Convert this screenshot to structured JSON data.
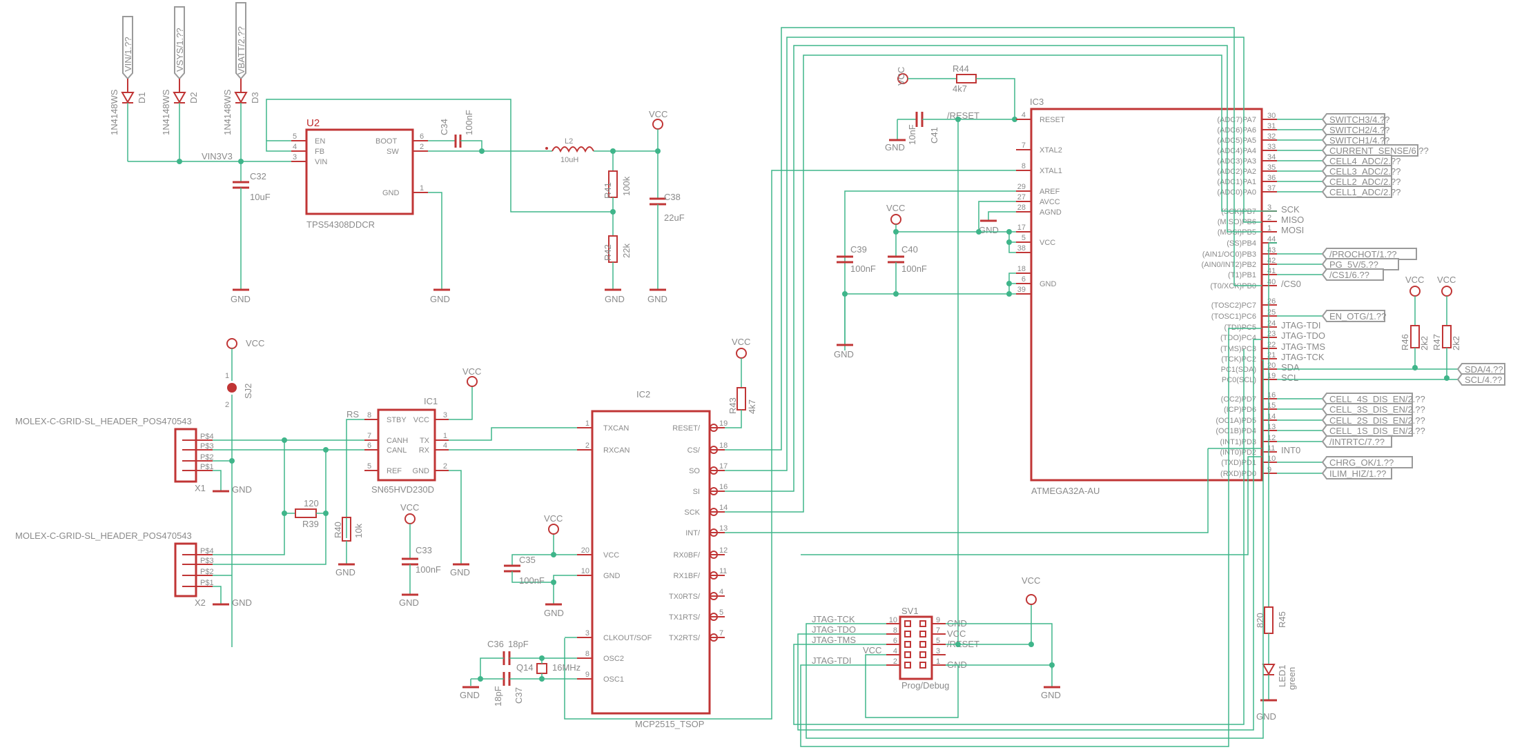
{
  "top_rails": [
    {
      "label": "VIN/1.??",
      "diode": "D1",
      "part": "1N4148WS"
    },
    {
      "label": "VSYS/1.??",
      "diode": "D2",
      "part": "1N4148WS"
    },
    {
      "label": "VBATT/2.??",
      "diode": "D3",
      "part": "1N4148WS"
    }
  ],
  "regulator": {
    "ref": "U2",
    "part": "TPS54308DDCR",
    "net": "VIN3V3",
    "pins": [
      {
        "num": "5",
        "name": "EN"
      },
      {
        "num": "4",
        "name": "FB"
      },
      {
        "num": "3",
        "name": "VIN"
      },
      {
        "num": "6",
        "name": "BOOT"
      },
      {
        "num": "2",
        "name": "SW"
      },
      {
        "num": "1",
        "name": "GND"
      }
    ]
  },
  "passives": {
    "c32": {
      "ref": "C32",
      "val": "10uF"
    },
    "c34": {
      "ref": "C34",
      "val": "100nF"
    },
    "l2": {
      "ref": "L2",
      "val": "10uH"
    },
    "r41": {
      "ref": "R41",
      "val": "100k"
    },
    "r42": {
      "ref": "R42",
      "val": "22k"
    },
    "c38": {
      "ref": "C38",
      "val": "22uF"
    },
    "r44": {
      "ref": "R44",
      "val": "4k7"
    },
    "c41": {
      "ref": "C41",
      "val": "10nF"
    },
    "c39": {
      "ref": "C39",
      "val": "100nF"
    },
    "c40": {
      "ref": "C40",
      "val": "100nF"
    },
    "r39": {
      "ref": "R39",
      "val": "120"
    },
    "r40": {
      "ref": "R40",
      "val": "10k"
    },
    "c33": {
      "ref": "C33",
      "val": "100nF"
    },
    "c35": {
      "ref": "C35",
      "val": "100nF"
    },
    "c36": {
      "ref": "C36",
      "val": "18pF"
    },
    "c37": {
      "ref": "C37",
      "val": "18pF"
    },
    "q14": {
      "ref": "Q14",
      "val": "16MHz"
    },
    "r43": {
      "ref": "R43",
      "val": "4k7"
    },
    "r46": {
      "ref": "R46",
      "val": "2k2"
    },
    "r47": {
      "ref": "R47",
      "val": "2k2"
    },
    "r45": {
      "ref": "R45",
      "val": "820"
    },
    "led1": {
      "ref": "LED1",
      "val": "green"
    },
    "sj2": {
      "ref": "SJ2"
    },
    "rs": {
      "ref": "RS"
    }
  },
  "power": {
    "vcc": "VCC",
    "gnd": "GND"
  },
  "mcu": {
    "ref": "IC3",
    "part": "ATMEGA32A-AU",
    "left_pins": [
      {
        "num": "4",
        "name": "RESET",
        "net": "/RESET"
      },
      {
        "num": "7",
        "name": "XTAL2"
      },
      {
        "num": "8",
        "name": "XTAL1"
      },
      {
        "num": "29",
        "name": "AREF"
      },
      {
        "num": "27",
        "name": "AVCC"
      },
      {
        "num": "28",
        "name": "AGND"
      },
      {
        "num": "17",
        "name": ""
      },
      {
        "num": "5",
        "name": "VCC"
      },
      {
        "num": "38",
        "name": ""
      },
      {
        "num": "18",
        "name": ""
      },
      {
        "num": "6",
        "name": "GND"
      },
      {
        "num": "39",
        "name": ""
      }
    ],
    "right_pins": [
      {
        "name": "(ADC7)PA7",
        "num": "30",
        "net": ""
      },
      {
        "name": "(ADC6)PA6",
        "num": "31",
        "net": ""
      },
      {
        "name": "(ADC5)PA5",
        "num": "32",
        "net": ""
      },
      {
        "name": "(ADC4)PA4",
        "num": "33",
        "net": ""
      },
      {
        "name": "(ADC3)PA3",
        "num": "34",
        "net": ""
      },
      {
        "name": "(ADC2)PA2",
        "num": "35",
        "net": ""
      },
      {
        "name": "(ADC1)PA1",
        "num": "36",
        "net": ""
      },
      {
        "name": "(ADC0)PA0",
        "num": "37",
        "net": ""
      },
      {
        "name": "(SCK)PB7",
        "num": "3",
        "net": "SCK"
      },
      {
        "name": "(MISO)PB6",
        "num": "2",
        "net": "MISO"
      },
      {
        "name": "(MOSI)PB5",
        "num": "1",
        "net": "MOSI"
      },
      {
        "name": "(SS)PB4",
        "num": "44",
        "net": ""
      },
      {
        "name": "(AIN1/OC0)PB3",
        "num": "43",
        "net": ""
      },
      {
        "name": "(AIN0/INT2)PB2",
        "num": "42",
        "net": ""
      },
      {
        "name": "(T1)PB1",
        "num": "41",
        "net": ""
      },
      {
        "name": "(T0/XCK)PB0",
        "num": "40",
        "net": "/CS0"
      },
      {
        "name": "(TOSC2)PC7",
        "num": "26",
        "net": ""
      },
      {
        "name": "(TOSC1)PC6",
        "num": "25",
        "net": ""
      },
      {
        "name": "(TDI)PC5",
        "num": "24",
        "net": "JTAG-TDI"
      },
      {
        "name": "(TDO)PC4",
        "num": "23",
        "net": "JTAG-TDO"
      },
      {
        "name": "(TMS)PC3",
        "num": "22",
        "net": "JTAG-TMS"
      },
      {
        "name": "(TCK)PC2",
        "num": "21",
        "net": "JTAG-TCK"
      },
      {
        "name": "PC1(SDA)",
        "num": "20",
        "net": "SDA"
      },
      {
        "name": "PC0(SCL)",
        "num": "19",
        "net": "SCL"
      },
      {
        "name": "(OC2)PD7",
        "num": "16",
        "net": ""
      },
      {
        "name": "(ICP)PD6",
        "num": "15",
        "net": ""
      },
      {
        "name": "(OC1A)PD5",
        "num": "14",
        "net": ""
      },
      {
        "name": "(OC1B)PD4",
        "num": "13",
        "net": ""
      },
      {
        "name": "(INT1)PD3",
        "num": "12",
        "net": ""
      },
      {
        "name": "(INT0)PD2",
        "num": "11",
        "net": "INT0"
      },
      {
        "name": "(TXD)PD1",
        "num": "10",
        "net": ""
      },
      {
        "name": "(RXD)PD0",
        "num": "9",
        "net": ""
      }
    ]
  },
  "offpage": [
    "SWITCH3/4.??",
    "SWITCH2/4.??",
    "SWITCH1/4.??",
    "CURRENT_SENSE/6.??",
    "CELL4_ADC/2.??",
    "CELL3_ADC/2.??",
    "CELL2_ADC/2.??",
    "CELL1_ADC/2.??",
    "/PROCHOT/1.??",
    "PG_5V/5.??",
    "/CS1/6.??",
    "EN_OTG/1.??",
    "SDA/4.??",
    "SCL/4.??",
    "CELL_4S_DIS_EN/2.??",
    "CELL_3S_DIS_EN/2.??",
    "CELL_2S_DIS_EN/2.??",
    "CELL_1S_DIS_EN/2.??",
    "/INTRTC/7.??",
    "CHRG_OK/1.??",
    "ILIM_HIZ/1.??"
  ],
  "transceiver": {
    "ref": "IC1",
    "part": "SN65HVD230D",
    "pins": [
      {
        "num": "8",
        "name": "STBY"
      },
      {
        "num": "3",
        "name": "VCC"
      },
      {
        "num": "7",
        "name": "CANH"
      },
      {
        "num": "1",
        "name": "TX"
      },
      {
        "num": "6",
        "name": "CANL"
      },
      {
        "num": "4",
        "name": "RX"
      },
      {
        "num": "5",
        "name": "REF"
      },
      {
        "num": "2",
        "name": "GND"
      }
    ]
  },
  "can_ctrl": {
    "ref": "IC2",
    "part": "MCP2515_TSOP",
    "left": [
      {
        "num": "1",
        "name": "TXCAN"
      },
      {
        "num": "2",
        "name": "RXCAN"
      },
      {
        "num": "20",
        "name": "VCC"
      },
      {
        "num": "10",
        "name": "GND"
      },
      {
        "num": "3",
        "name": "CLKOUT/SOF"
      },
      {
        "num": "8",
        "name": "OSC2"
      },
      {
        "num": "9",
        "name": "OSC1"
      }
    ],
    "right": [
      {
        "num": "19",
        "name": "RESET/"
      },
      {
        "num": "18",
        "name": "CS/"
      },
      {
        "num": "17",
        "name": "SO"
      },
      {
        "num": "16",
        "name": "SI"
      },
      {
        "num": "14",
        "name": "SCK"
      },
      {
        "num": "13",
        "name": "INT/"
      },
      {
        "num": "12",
        "name": "RX0BF/"
      },
      {
        "num": "11",
        "name": "RX1BF/"
      },
      {
        "num": "4",
        "name": "TX0RTS/"
      },
      {
        "num": "5",
        "name": "TX1RTS/"
      },
      {
        "num": "7",
        "name": "TX2RTS/"
      }
    ]
  },
  "connectors": [
    {
      "ref": "X1",
      "part": "MOLEX-C-GRID-SL_HEADER_POS470543",
      "pins": [
        "P$4",
        "P$3",
        "P$2",
        "P$1"
      ]
    },
    {
      "ref": "X2",
      "part": "MOLEX-C-GRID-SL_HEADER_POS470543",
      "pins": [
        "P$4",
        "P$3",
        "P$2",
        "P$1"
      ]
    }
  ],
  "jtag": {
    "ref": "SV1",
    "part": "Prog/Debug",
    "rows": [
      {
        "left_net": "JTAG-TCK",
        "ln": "10",
        "rn": "9",
        "right_net": "GND"
      },
      {
        "left_net": "JTAG-TDO",
        "ln": "8",
        "rn": "7",
        "right_net": "VCC"
      },
      {
        "left_net": "JTAG-TMS",
        "ln": "6",
        "rn": "5",
        "right_net": "/RESET"
      },
      {
        "left_net": "VCC",
        "ln": "4",
        "rn": "3",
        "right_net": ""
      },
      {
        "left_net": "JTAG-TDI",
        "ln": "2",
        "rn": "1",
        "right_net": "GND"
      }
    ]
  }
}
